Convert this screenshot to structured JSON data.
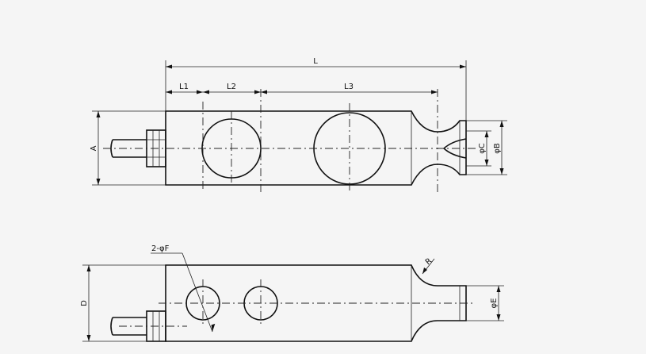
{
  "dimensions": {
    "overall_length": "L",
    "length_1": "L1",
    "length_2": "L2",
    "length_3": "L3",
    "height": "A",
    "diameter_c": "φC",
    "diameter_b": "φB",
    "side_height": "D",
    "mounting_holes": "2-φF",
    "radius": "R",
    "diameter_e": "φE"
  }
}
